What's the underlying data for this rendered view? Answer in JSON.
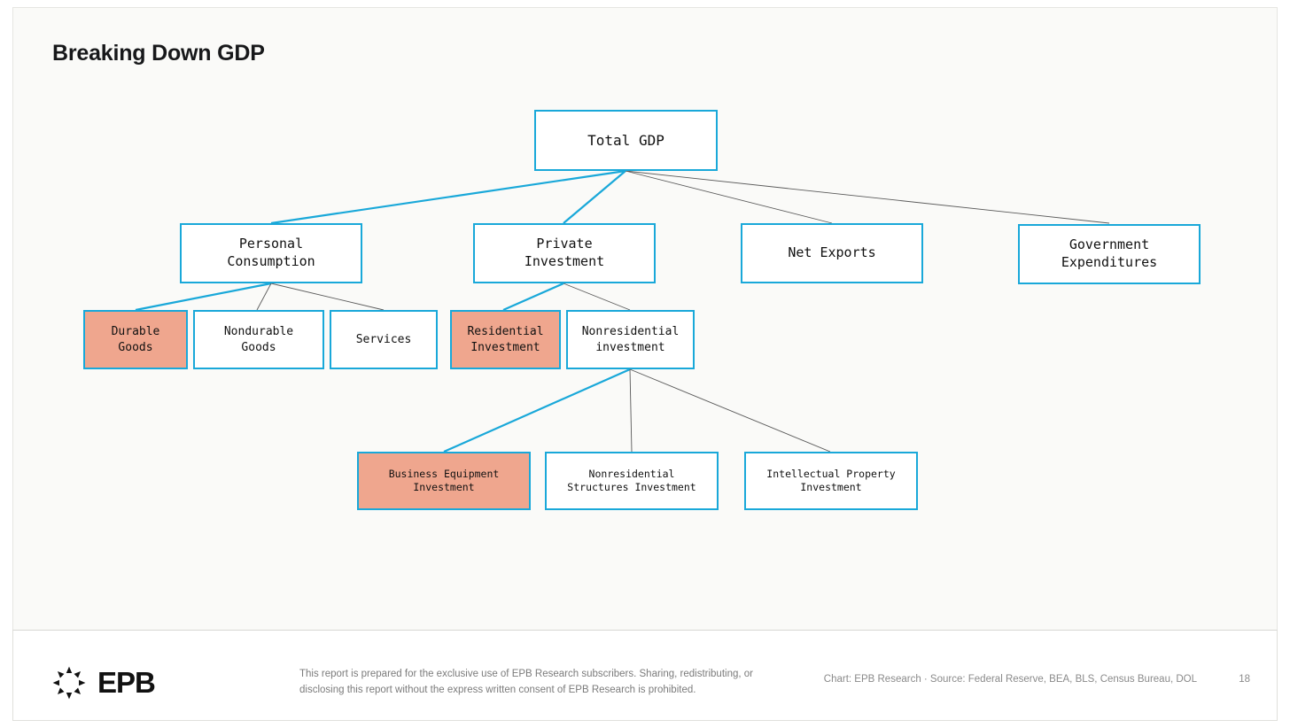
{
  "slide": {
    "title": "Breaking Down GDP",
    "page_number": "18",
    "accent_color": "#19a8d9",
    "highlight_color": "#efa68e",
    "background_color": "#fafaf8"
  },
  "chart_data": {
    "type": "diagram",
    "title": "Breaking Down GDP",
    "diagram_kind": "tree",
    "legend": {
      "highlighted_meaning": "highlighted (salmon fill) nodes",
      "accent_edge_meaning": "cyan highlighted path"
    },
    "nodes": [
      {
        "id": "total_gdp",
        "label": "Total GDP",
        "level": 0,
        "highlighted": false
      },
      {
        "id": "personal_cons",
        "label": "Personal\nConsumption",
        "level": 1,
        "highlighted": false
      },
      {
        "id": "private_inv",
        "label": "Private\nInvestment",
        "level": 1,
        "highlighted": false
      },
      {
        "id": "net_exports",
        "label": "Net Exports",
        "level": 1,
        "highlighted": false
      },
      {
        "id": "gov_exp",
        "label": "Government\nExpenditures",
        "level": 1,
        "highlighted": false
      },
      {
        "id": "durable",
        "label": "Durable\nGoods",
        "level": 2,
        "highlighted": true
      },
      {
        "id": "nondurable",
        "label": "Nondurable\nGoods",
        "level": 2,
        "highlighted": false
      },
      {
        "id": "services",
        "label": "Services",
        "level": 2,
        "highlighted": false
      },
      {
        "id": "residential",
        "label": "Residential\nInvestment",
        "level": 2,
        "highlighted": true
      },
      {
        "id": "nonresidential",
        "label": "Nonresidential\ninvestment",
        "level": 2,
        "highlighted": false
      },
      {
        "id": "business_equip",
        "label": "Business Equipment\nInvestment",
        "level": 3,
        "highlighted": true
      },
      {
        "id": "nonres_struct",
        "label": "Nonresidential\nStructures Investment",
        "level": 3,
        "highlighted": false
      },
      {
        "id": "ip_investment",
        "label": "Intellectual Property\nInvestment",
        "level": 3,
        "highlighted": false
      }
    ],
    "edges": [
      {
        "from": "total_gdp",
        "to": "personal_cons",
        "style": "accent"
      },
      {
        "from": "total_gdp",
        "to": "private_inv",
        "style": "accent"
      },
      {
        "from": "total_gdp",
        "to": "net_exports",
        "style": "plain"
      },
      {
        "from": "total_gdp",
        "to": "gov_exp",
        "style": "plain"
      },
      {
        "from": "personal_cons",
        "to": "durable",
        "style": "accent"
      },
      {
        "from": "personal_cons",
        "to": "nondurable",
        "style": "plain"
      },
      {
        "from": "personal_cons",
        "to": "services",
        "style": "plain"
      },
      {
        "from": "private_inv",
        "to": "residential",
        "style": "accent"
      },
      {
        "from": "private_inv",
        "to": "nonresidential",
        "style": "plain"
      },
      {
        "from": "nonresidential",
        "to": "business_equip",
        "style": "accent"
      },
      {
        "from": "nonresidential",
        "to": "nonres_struct",
        "style": "plain"
      },
      {
        "from": "nonresidential",
        "to": "ip_investment",
        "style": "plain"
      }
    ]
  },
  "footer": {
    "logo_text": "EPB",
    "logo_icon": "epb-circular-mark-icon",
    "disclaimer": "This report is prepared for the exclusive use of EPB Research subscribers. Sharing, redistributing, or disclosing this report without the express written consent of EPB Research is prohibited.",
    "source": "Chart: EPB Research  ·  Source: Federal Reserve, BEA, BLS, Census Bureau, DOL",
    "page_number": "18"
  }
}
